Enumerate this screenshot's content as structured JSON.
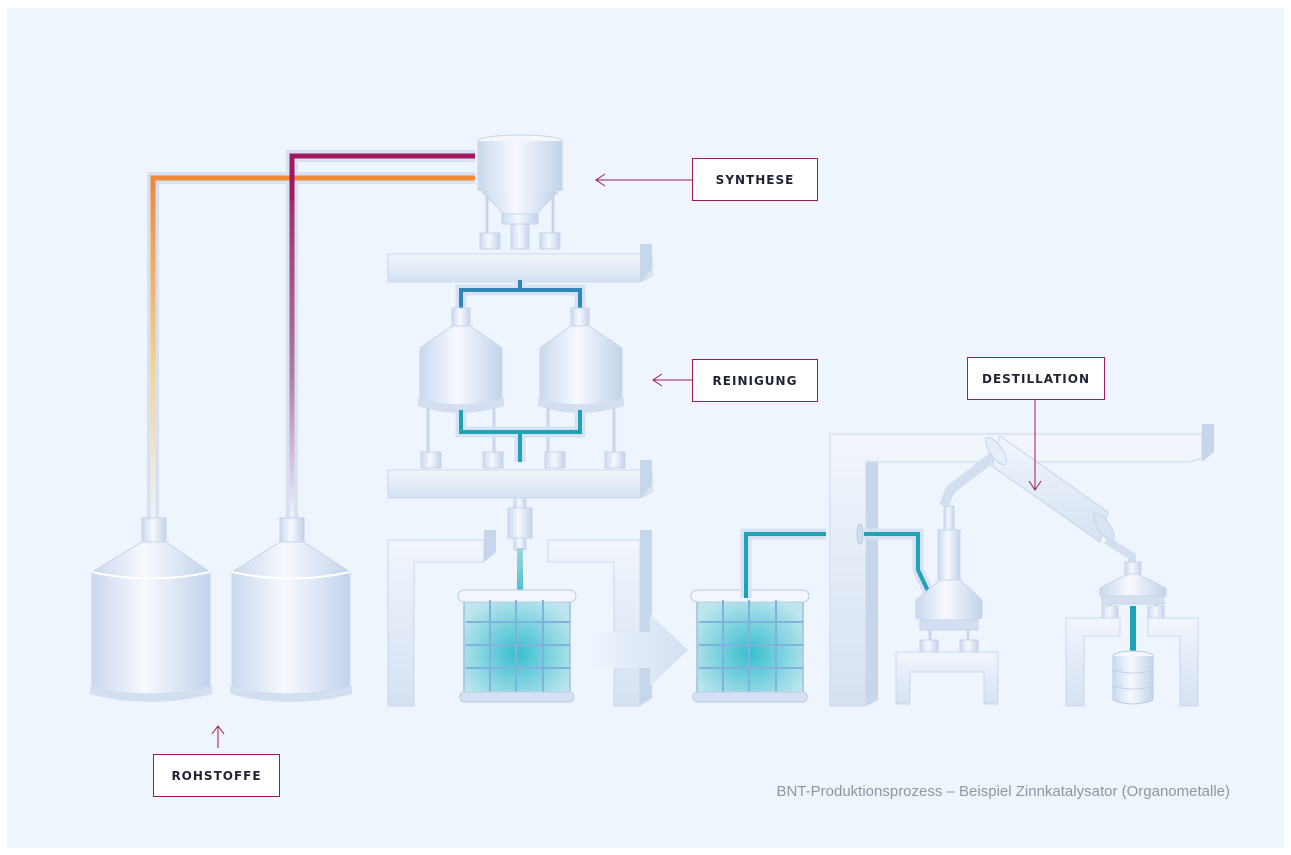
{
  "labels": {
    "synthese": "SYNTHESE",
    "reinigung": "REINIGUNG",
    "destillation": "DESTILLATION",
    "rohstoffe": "ROHSTOFFE"
  },
  "caption": "BNT-Produktionsprozess – Beispiel Zinnkatalysator (Organometalle)",
  "colors": {
    "background": "#eef5fd",
    "equipment": "#dce7f5",
    "label_border": "#a0185e",
    "pipe_magenta": "#a0185e",
    "pipe_orange": "#f08a36",
    "pipe_blue": "#2f86b8",
    "pipe_teal": "#1ea3b5"
  }
}
